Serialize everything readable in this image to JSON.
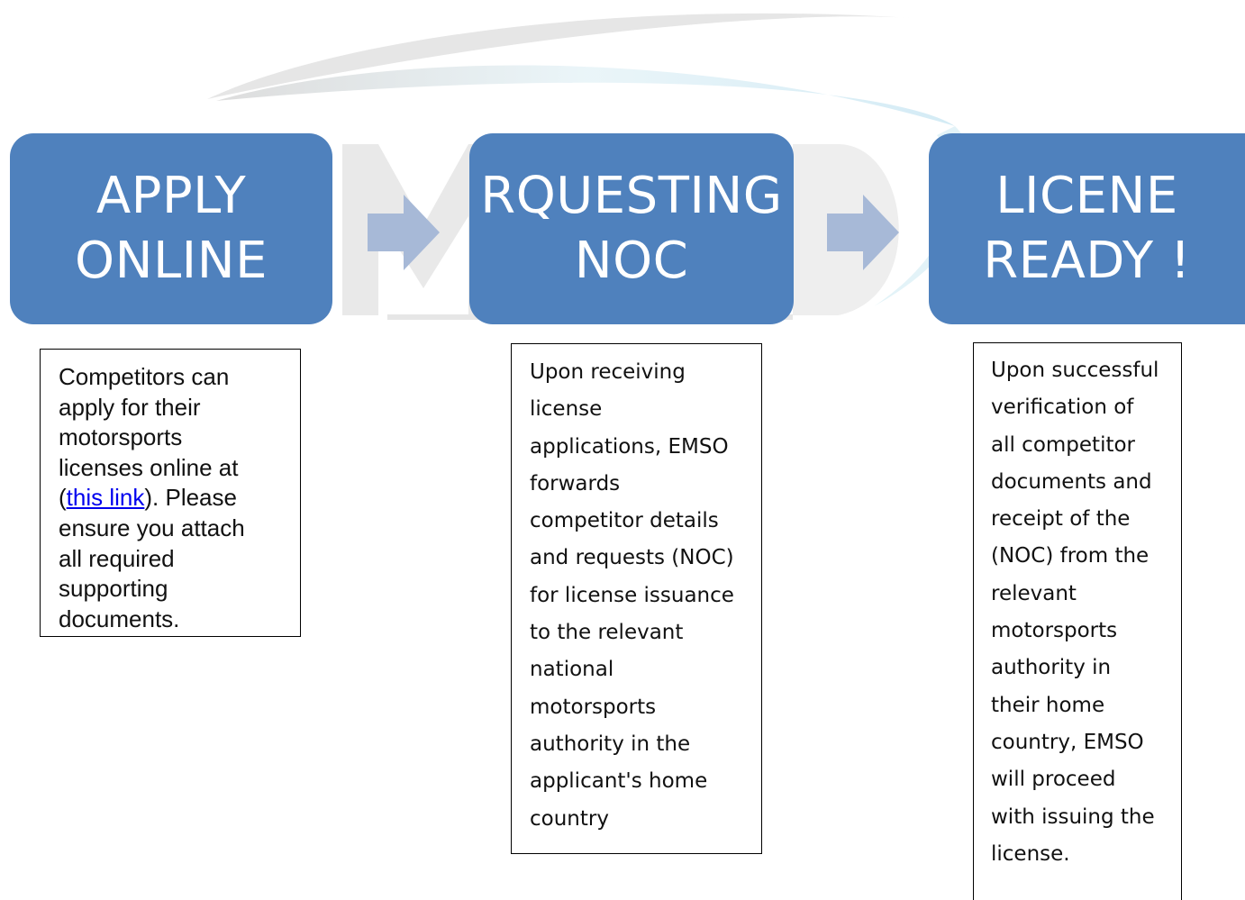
{
  "steps": [
    {
      "line1": "APPLY",
      "line2": "ONLINE"
    },
    {
      "line1": "RQUESTING",
      "line2": "NOC"
    },
    {
      "line1": "LICENE",
      "line2": "READY !"
    }
  ],
  "notes": {
    "apply": {
      "lines_before_link": [
        "Competitors can",
        "apply for their",
        "motorsports",
        "licenses online at"
      ],
      "link_prefix": "(",
      "link_text": "this link",
      "link_suffix": ").  Please",
      "lines_after_link": [
        "ensure you attach",
        "all required",
        "supporting",
        "documents."
      ]
    },
    "noc": {
      "lines": [
        "Upon receiving",
        "license",
        "applications, EMSO",
        "forwards",
        "competitor details",
        "and requests (NOC)",
        "for license issuance",
        "to the relevant",
        "national",
        "motorsports",
        "authority in the",
        "applicant's home",
        "country"
      ]
    },
    "ready": {
      "lines": [
        "Upon successful",
        "verification of",
        "all competitor",
        "documents and",
        "receipt of the",
        "(NOC) from the",
        "relevant",
        "motorsports",
        "authority in",
        "their home",
        "country, EMSO",
        "will proceed",
        "with issuing the",
        "license."
      ]
    }
  },
  "colors": {
    "step_fill": "#4f81bd",
    "arrow_fill": "#a7b9d7",
    "link": "#0000ee"
  },
  "icons": {
    "arrow1": "right-arrow-icon",
    "arrow2": "right-arrow-icon"
  }
}
